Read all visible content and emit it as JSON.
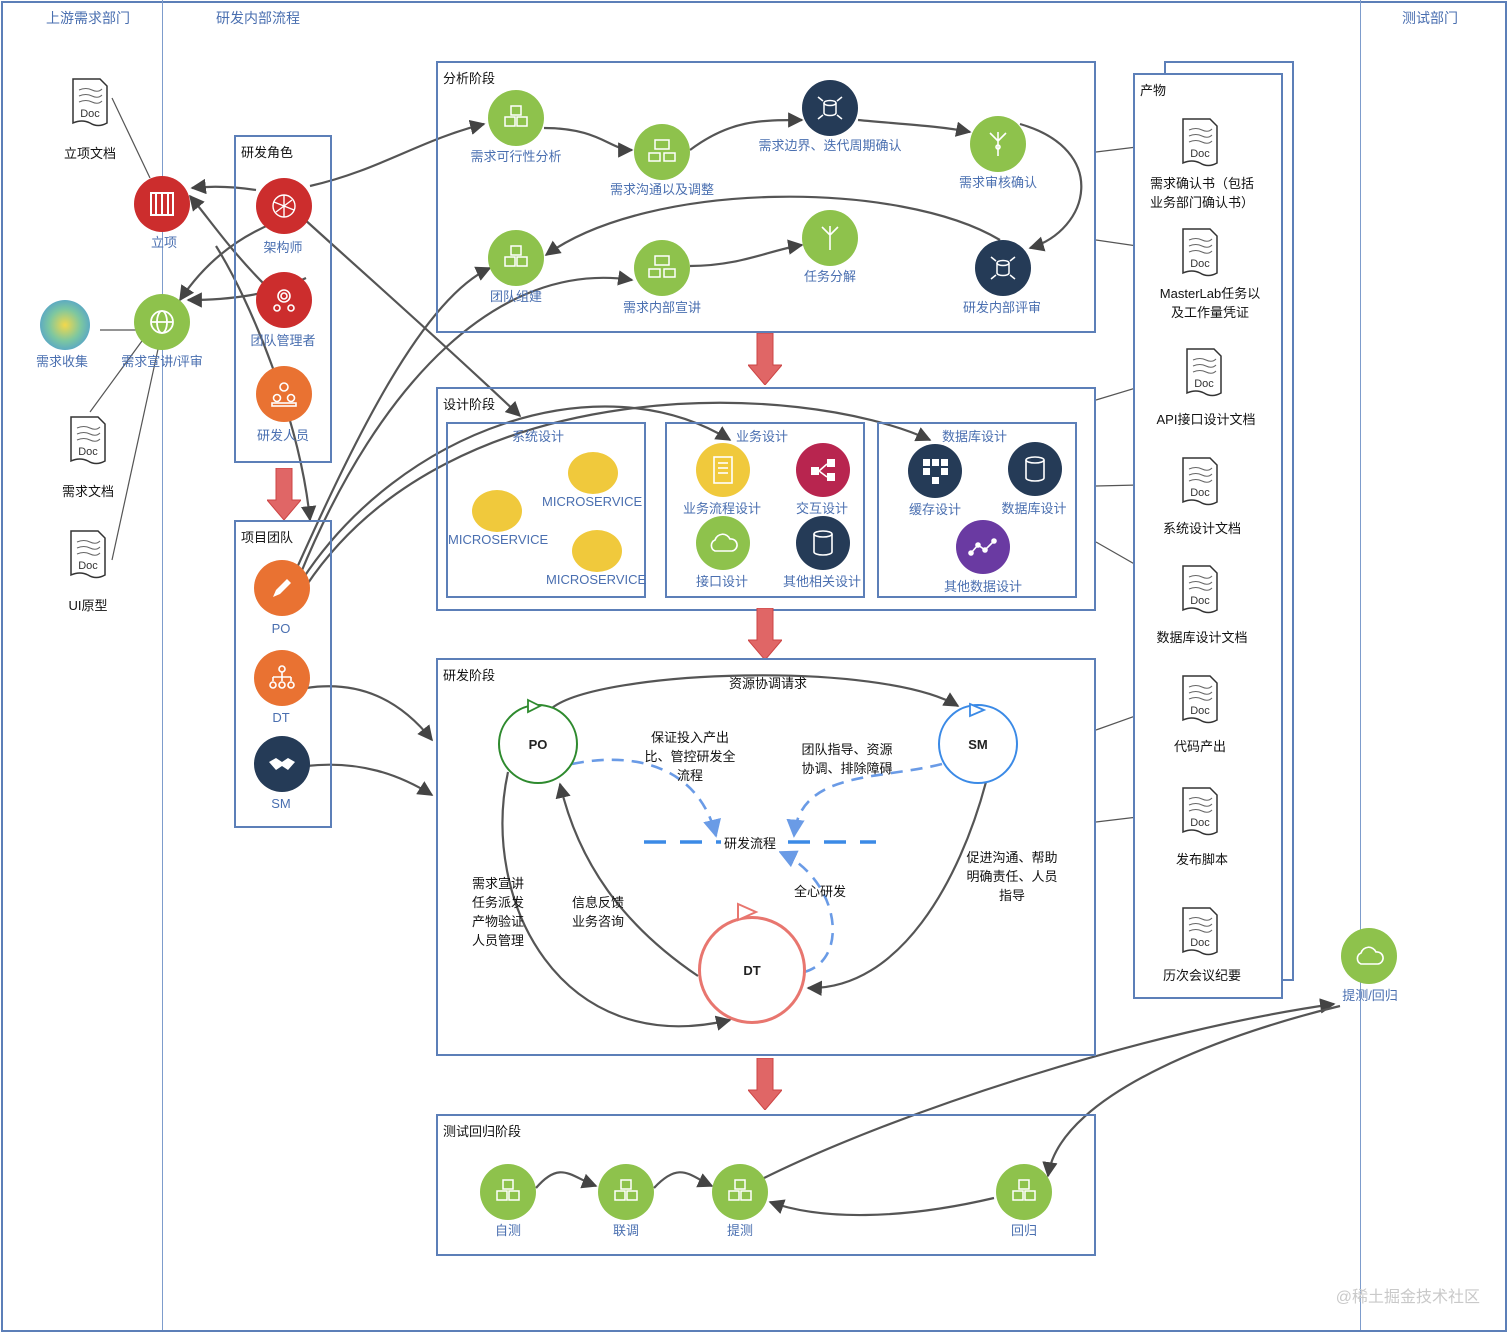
{
  "lanes": {
    "upstream": "上游需求部门",
    "rnd": "研发内部流程",
    "testing": "测试部门"
  },
  "left": {
    "doc_text": "Doc",
    "lixiang_doc": "立项文档",
    "lixiang": "立项",
    "xuqiu_shouji": "需求收集",
    "xuqiu_xuanjiang": "需求宣讲/评审",
    "xuqiu_doc": "需求文档",
    "ui_doc": "UI原型"
  },
  "roles": {
    "title": "研发角色",
    "architect": "架构师",
    "team_manager": "团队管理者",
    "developer": "研发人员"
  },
  "team": {
    "title": "项目团队",
    "po": "PO",
    "dt": "DT",
    "sm": "SM"
  },
  "analysis": {
    "title": "分析阶段",
    "n1": "需求可行性分析",
    "n2": "需求沟通以及调整",
    "n3": "需求边界、迭代周期确认",
    "n4": "需求审核确认",
    "n5": "研发内部评审",
    "n6": "任务分解",
    "n7": "需求内部宣讲",
    "n8": "团队组建"
  },
  "design": {
    "title": "设计阶段",
    "system": {
      "title": "系统设计",
      "ms": [
        "MICROSERVICE",
        "MICROSERVICE",
        "MICROSERVICE"
      ]
    },
    "business": {
      "title": "业务设计",
      "items": [
        "业务流程设计",
        "交互设计",
        "接口设计",
        "其他相关设计"
      ]
    },
    "database": {
      "title": "数据库设计",
      "items": [
        "缓存设计",
        "数据库设计",
        "其他数据设计"
      ]
    }
  },
  "dev": {
    "title": "研发阶段",
    "po": "PO",
    "sm": "SM",
    "dt": "DT",
    "resource_req": "资源协调请求",
    "po_note": "保证投入产出\n比、管控研发全\n流程",
    "sm_note": "团队指导、资源\n协调、排除障碍",
    "flow": "研发流程",
    "focus": "全心研发",
    "left_note": "需求宣讲\n任务派发\n产物验证\n人员管理",
    "feedback_note": "信息反馈\n业务咨询",
    "right_note": "促进沟通、帮助\n明确责任、人员\n指导"
  },
  "test": {
    "title": "测试回归阶段",
    "items": [
      "自测",
      "联调",
      "提测",
      "回归"
    ]
  },
  "artifacts": {
    "title": "产物",
    "items": [
      "需求确认书（包括\n业务部门确认书）",
      "MasterLab任务以\n及工作量凭证",
      "API接口设计文档",
      "系统设计文档",
      "数据库设计文档",
      "代码产出",
      "发布脚本",
      "历次会议纪要"
    ]
  },
  "tester": {
    "label": "提测/回归"
  },
  "watermark": "@稀土掘金技术社区",
  "colors": {
    "green": "#8ec24c",
    "navy": "#253b57",
    "red": "#cc2d2d",
    "orange": "#e97232",
    "accent_blue": "#4a6fb0",
    "po_green": "#2e8a2e",
    "sm_blue": "#3b8ae6",
    "dt_pink": "#e8766f"
  }
}
